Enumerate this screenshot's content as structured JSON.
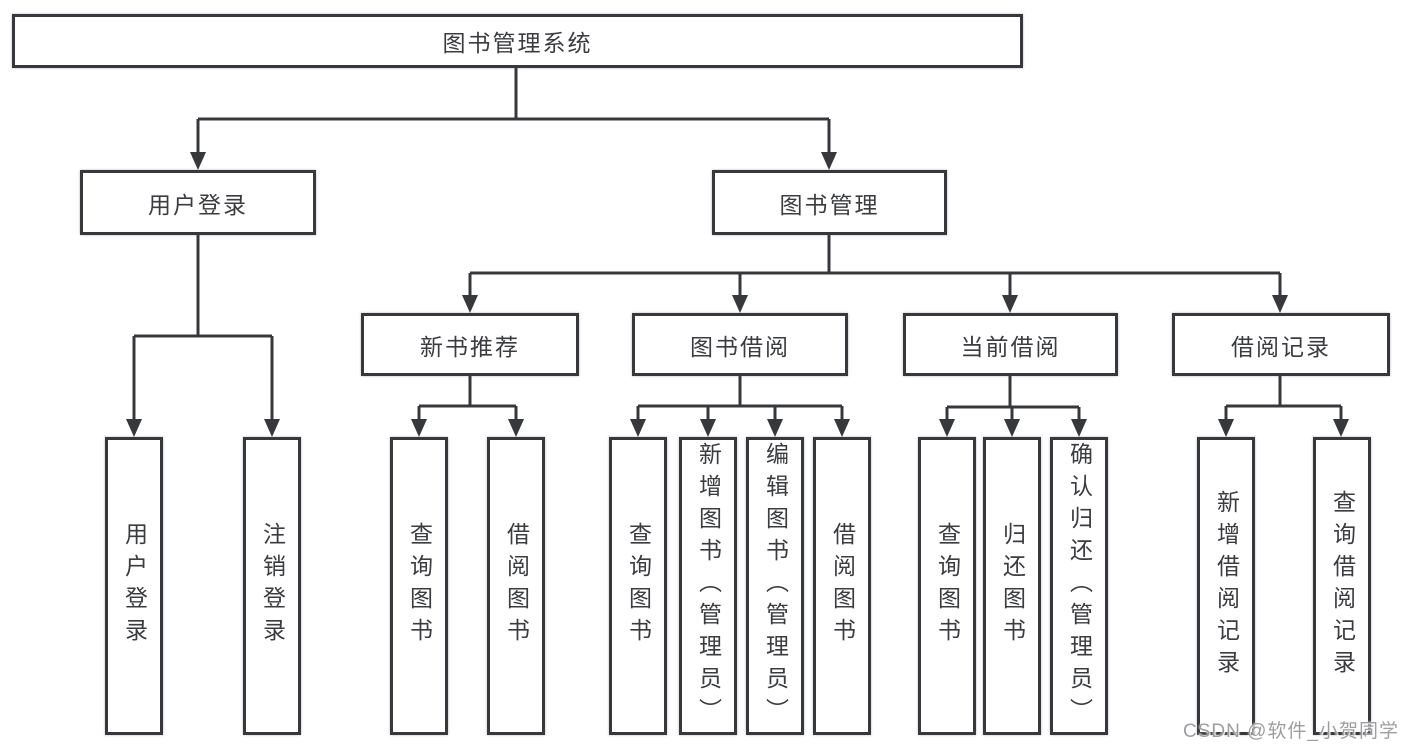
{
  "tree": {
    "label": "图书管理系统",
    "children": [
      {
        "label": "用户登录",
        "children": [
          {
            "label": "用户登录"
          },
          {
            "label": "注销登录"
          }
        ]
      },
      {
        "label": "图书管理",
        "children": [
          {
            "label": "新书推荐",
            "children": [
              {
                "label": "查询图书"
              },
              {
                "label": "借阅图书"
              }
            ]
          },
          {
            "label": "图书借阅",
            "children": [
              {
                "label": "查询图书"
              },
              {
                "label": "新增图书（管理员）"
              },
              {
                "label": "编辑图书（管理员）"
              },
              {
                "label": "借阅图书"
              }
            ]
          },
          {
            "label": "当前借阅",
            "children": [
              {
                "label": "查询图书"
              },
              {
                "label": "归还图书"
              },
              {
                "label": "确认归还（管理员）"
              }
            ]
          },
          {
            "label": "借阅记录",
            "children": [
              {
                "label": "新增借阅记录"
              },
              {
                "label": "查询借阅记录"
              }
            ]
          }
        ]
      }
    ]
  },
  "watermark": {
    "text": "CSDN @软件_小贺同学"
  },
  "colors": {
    "line": "#37383c",
    "text": "#3b3c40",
    "box_fill": "#ffffff",
    "watermark": "#9e9ea0",
    "background": "#ffffff"
  }
}
